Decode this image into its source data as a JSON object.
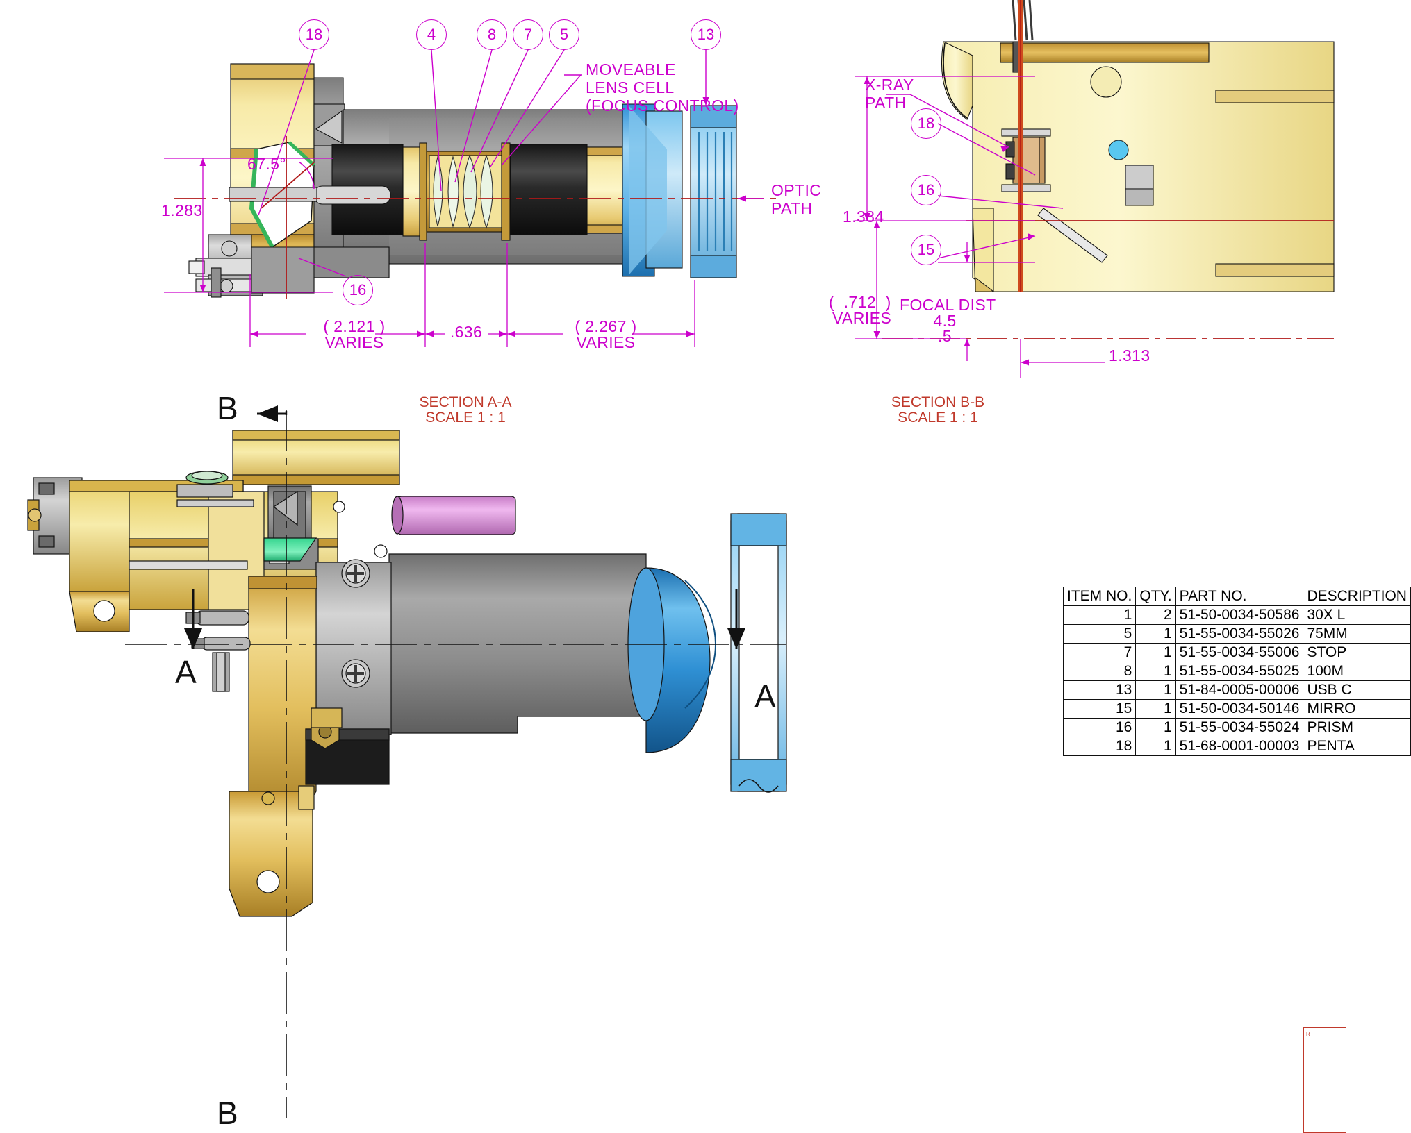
{
  "drawing": {
    "type": "cad-assembly-drawing",
    "sheet_background": "#ffffff",
    "annotation_color": "#cc00cc",
    "section_label_color": "#c0392b",
    "centerline_color": "#b01818"
  },
  "section_aa": {
    "title_line1": "SECTION A-A",
    "title_line2": "SCALE 1 : 1",
    "balloons": [
      "18",
      "4",
      "8",
      "7",
      "5",
      "13",
      "16"
    ],
    "notes": {
      "moveable_lens_cell": "MOVEABLE\nLENS CELL\n(FOCUS CONTROL)",
      "optic_path": "OPTIC\nPATH"
    },
    "dimensions": {
      "vertical_height": "1.283",
      "angle": "67.5°",
      "horiz_1_value": "( 2.121 )",
      "horiz_1_note": "VARIES",
      "horiz_2_value": ".636",
      "horiz_3_value": "( 2.267 )",
      "horiz_3_note": "VARIES"
    }
  },
  "section_bb": {
    "title_line1": "SECTION B-B",
    "title_line2": "SCALE 1 : 1",
    "balloons": [
      "18",
      "16",
      "15"
    ],
    "notes": {
      "xray_path": "X-RAY\nPATH"
    },
    "dimensions": {
      "vertical_height": "1.384",
      "varies_value": "(  .712  )",
      "varies_note": "VARIES",
      "focal_dist_label": "FOCAL DIST",
      "focal_dist_value": "4.5",
      "focal_offset": ".5",
      "horiz_value": "1.313"
    }
  },
  "main_view": {
    "section_markers": [
      {
        "letter": "B",
        "position": "top-left"
      },
      {
        "letter": "A",
        "position": "left"
      },
      {
        "letter": "A",
        "position": "right"
      },
      {
        "letter": "B",
        "position": "bottom"
      }
    ]
  },
  "bom": {
    "headers": [
      "ITEM NO.",
      "QTY.",
      "PART NO.",
      "DESCRIPTION"
    ],
    "rows": [
      {
        "item": "1",
        "qty": "2",
        "part": "51-50-0034-50586",
        "desc": "30X L"
      },
      {
        "item": "5",
        "qty": "1",
        "part": "51-55-0034-55026",
        "desc": "75MM"
      },
      {
        "item": "7",
        "qty": "1",
        "part": "51-55-0034-55006",
        "desc": "STOP"
      },
      {
        "item": "8",
        "qty": "1",
        "part": "51-55-0034-55025",
        "desc": "100M"
      },
      {
        "item": "13",
        "qty": "1",
        "part": "51-84-0005-00006",
        "desc": "USB C"
      },
      {
        "item": "15",
        "qty": "1",
        "part": "51-50-0034-50146",
        "desc": "MIRRO"
      },
      {
        "item": "16",
        "qty": "1",
        "part": "51-55-0034-55024",
        "desc": "PRISM"
      },
      {
        "item": "18",
        "qty": "1",
        "part": "51-68-0001-00003",
        "desc": "PENTA"
      }
    ]
  },
  "rev_block": {
    "label": "R"
  }
}
